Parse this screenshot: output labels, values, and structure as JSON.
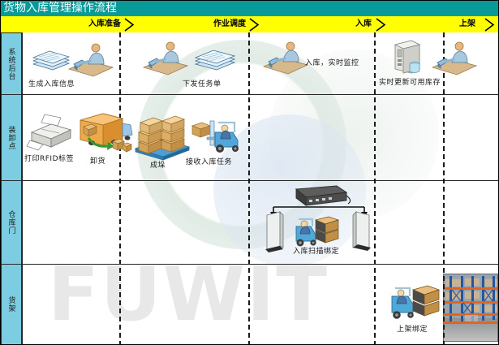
{
  "title": "货物入库管理操作流程",
  "theme": {
    "title_bar": "#089A98",
    "phase_band": "#FFFF00",
    "lane_label_bg": "#7CCDE2",
    "grid_line": "#222222",
    "divider": "#1B1B1B",
    "watermark": "#E8E8E8"
  },
  "watermark": {
    "text": "FUWIT"
  },
  "phases": [
    {
      "label": "入库准备",
      "chevron": "chevron-right-icon"
    },
    {
      "label": "作业调度",
      "chevron": "chevron-right-icon"
    },
    {
      "label": "入库",
      "chevron": "chevron-right-icon"
    },
    {
      "label": "上架",
      "chevron": "chevron-right-icon"
    }
  ],
  "lanes": [
    {
      "label": "系统后台"
    },
    {
      "label": "装卸点"
    },
    {
      "label": "仓库门"
    },
    {
      "label": "货架"
    }
  ],
  "nodes": {
    "generate_inbound_info": {
      "caption": "生成入库信息",
      "icon": "documents-stack-and-operator-at-desk-icon"
    },
    "issue_task_order": {
      "caption": "下发任务单",
      "icon": "operator-at-desk-and-documents-stack-icon"
    },
    "inbound_realtime_monitor": {
      "caption": "入库，实时监控",
      "icon": "operator-at-desk-icon"
    },
    "update_available_stock": {
      "caption": "实时更新可用库存",
      "icon": "server-tower-and-operator-at-desk-icon"
    },
    "print_rfid_label": {
      "caption": "打印RFID标签",
      "icon": "label-printer-icon"
    },
    "unload_goods": {
      "caption": "卸货",
      "icon": "truck-unloading-cartons-icon"
    },
    "palletize": {
      "caption": "成垛",
      "icon": "palletized-cartons-stack-icon"
    },
    "receive_inbound_task": {
      "caption": "接收入库任务",
      "icon": "forklift-carrying-carton-icon"
    },
    "inbound_scan_binding": {
      "caption": "入库扫描绑定",
      "icon": "rfid-reader-antennas-forklift-icon"
    },
    "shelving_binding": {
      "caption": "上架绑定",
      "icon": "forklift-with-pallet-icon"
    },
    "warehouse_racking_photo": {
      "caption": "",
      "icon": "warehouse-racking-photo"
    }
  }
}
